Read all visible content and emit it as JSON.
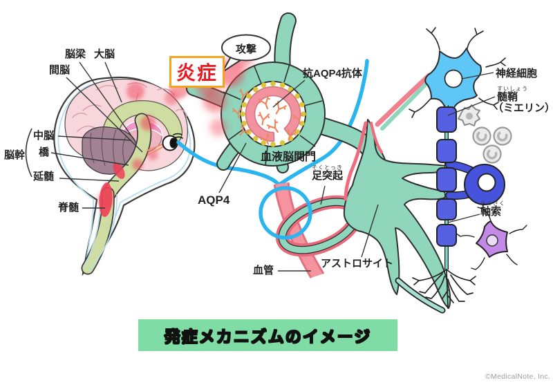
{
  "figure": {
    "caption": "発症メカニズムのイメージ",
    "copyright": "©MedicalNote, Inc."
  },
  "brain": {
    "corpus_callosum": "脳梁",
    "cerebrum": "大脳",
    "diencephalon": "間脳",
    "midbrain": "中脳",
    "pons": "橋",
    "medulla": "延髄",
    "brainstem": "脳幹",
    "spinal_cord": "脊髄"
  },
  "mechanism": {
    "inflammation": "炎症",
    "attack": "攻撃",
    "anti_aqp4_antibody": "抗AQP4抗体",
    "aqp4": "AQP4",
    "blood_brain_barrier": "血液脳関門",
    "foot_process": "足突起",
    "foot_process_reading": "そくとっき",
    "blood_vessel": "血管",
    "astrocyte": "アストロサイト"
  },
  "neuron": {
    "nerve_cell": "神経細胞",
    "myelin_reading": "すいしょう",
    "myelin": "髄鞘",
    "myelin_paren": "（ミエリン）",
    "axon_reading": "じくさく",
    "axon": "軸索"
  },
  "colors": {
    "astrocyte_teal": "#8fd6bd",
    "vessel_pink": "#f5949f",
    "bbb_blue": "#2ab5ef",
    "myelin_blue": "#5560e2",
    "neuron_blue": "#5ec7f7",
    "microglia_purple": "#c289e6",
    "banner_green": "#7fdca4",
    "inflammation_red": "#ee3b50",
    "antibody_orange": "#f2845c",
    "aqp4_yellow": "#d9c63a",
    "inflammation_box_border": "#f7a21b",
    "inflammation_text": "#e81a1f"
  }
}
